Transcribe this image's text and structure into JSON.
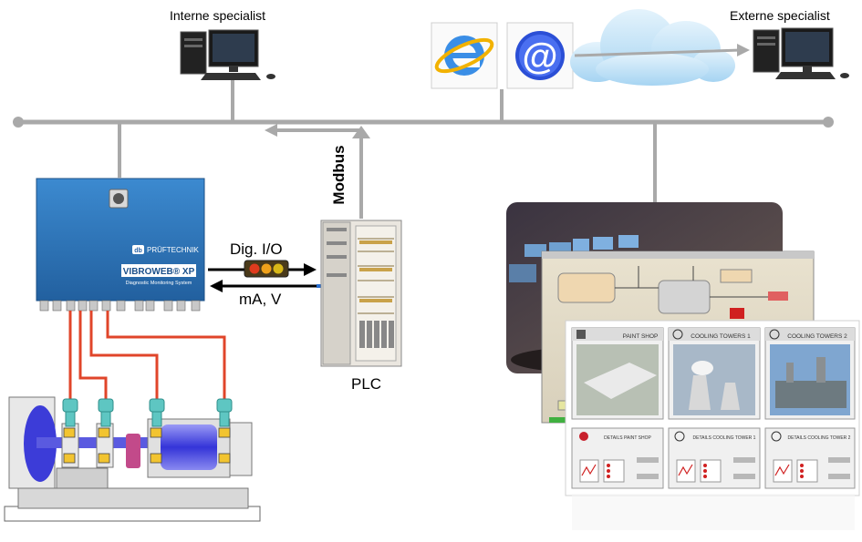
{
  "labels": {
    "internal_specialist": "Interne specialist",
    "external_specialist": "Externe specialist",
    "digital_io": "Dig. I/O",
    "analog": "mA, V",
    "modbus": "Modbus",
    "plc": "PLC"
  },
  "vibroweb": {
    "brand": "PRÜFTECHNIK",
    "logo_mark": "db",
    "product": "VIBROWEB® XP",
    "subtitle": "Diagnostic Monitoring System"
  },
  "dashboard": {
    "cards": [
      {
        "title": "PAINT SHOP",
        "detail": "DETAILS PAINT SHOP"
      },
      {
        "title": "COOLING TOWERS 1",
        "detail": "DETAILS COOLING TOWER 1"
      },
      {
        "title": "COOLING TOWERS 2",
        "detail": "DETAILS COOLING TOWER 2"
      }
    ]
  },
  "colors": {
    "network_line": "#a9a9a9",
    "vibroweb_blue": "#2d76bd",
    "cable_red": "#e0452a",
    "sensor_teal": "#5ec6c2",
    "motor_blue": "#4a4ae0",
    "cloud_blue": "#bfe0f6"
  },
  "icons": [
    "internet-explorer-icon",
    "email-at-icon",
    "cloud-icon",
    "desktop-computer-icon",
    "traffic-light-icon"
  ]
}
